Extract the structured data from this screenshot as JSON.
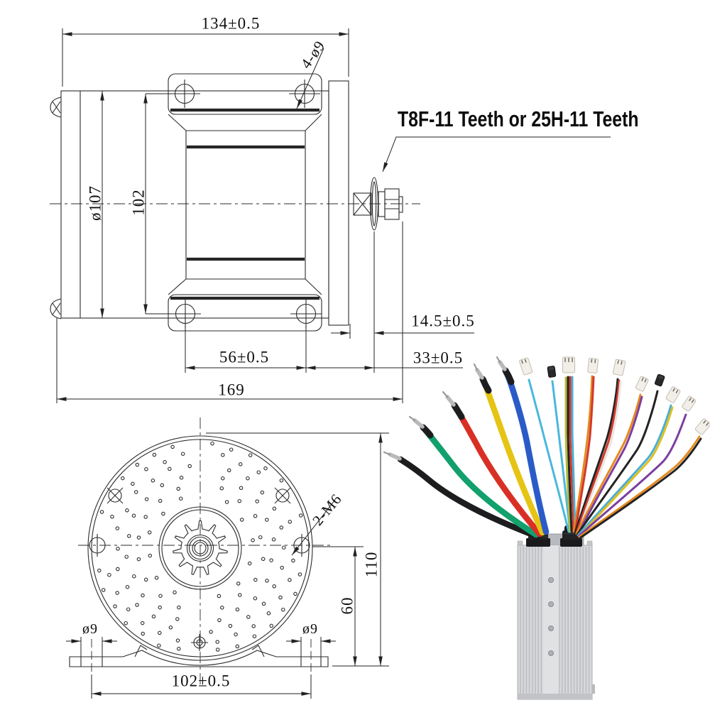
{
  "side_view": {
    "width_dim": "134±0.5",
    "mount_hole_callout": "4-ø9",
    "body_diameter_dim": "ø107",
    "mount_width_dim": "102",
    "sprocket_label": "T8F-11 Teeth or 25H-11 Teeth",
    "sprocket_offset_dim": "14.5±0.5",
    "mount_length_dim": "56±0.5",
    "shaft_offset_dim": "33±0.5",
    "total_length_dim": "169"
  },
  "front_view": {
    "thread_hole_callout": "2-M6",
    "total_height_dim": "110",
    "hole_height_dim": "60",
    "foot_hole_left_dim": "ø9",
    "foot_hole_right_dim": "ø9",
    "foot_span_dim": "102±0.5"
  },
  "controller": {
    "wires": [
      {
        "name": "phase-black",
        "color": "#1d1d1f"
      },
      {
        "name": "phase-green",
        "color": "#12a06d"
      },
      {
        "name": "phase-red",
        "color": "#d93025"
      },
      {
        "name": "phase-yellow",
        "color": "#e6c414"
      },
      {
        "name": "phase-blue",
        "color": "#2a5bc7"
      },
      {
        "name": "signal-cyan-short",
        "color": "#49b8dc"
      },
      {
        "name": "signal-cyan-long",
        "color": "#49b8dc"
      },
      {
        "name": "ribbon-yellowgreen",
        "color": "#b4bc3c"
      },
      {
        "name": "ribbon-black",
        "color": "#232323"
      },
      {
        "name": "ribbon-red",
        "color": "#d03a2e"
      },
      {
        "name": "ribbon-blue",
        "color": "#4aaed6"
      },
      {
        "name": "pair-orange",
        "color": "#e6891f"
      },
      {
        "name": "pair-red",
        "color": "#d03a2e"
      },
      {
        "name": "multi-black",
        "color": "#232323"
      },
      {
        "name": "multi-red",
        "color": "#d03a2e"
      },
      {
        "name": "multi-white",
        "color": "#e8e5df"
      },
      {
        "name": "orange",
        "color": "#e6891f"
      },
      {
        "name": "violet",
        "color": "#7b3fa0"
      },
      {
        "name": "single-black",
        "color": "#232323"
      },
      {
        "name": "cyan-thin",
        "color": "#4aaed6"
      },
      {
        "name": "yellow-thin",
        "color": "#e0c020"
      },
      {
        "name": "purple-long",
        "color": "#7b3fa0"
      },
      {
        "name": "orange-last",
        "color": "#e6891f"
      },
      {
        "name": "black-last",
        "color": "#232323"
      }
    ],
    "ferrule_color": "#b8b9bb",
    "case_color": "#d7d8da"
  }
}
